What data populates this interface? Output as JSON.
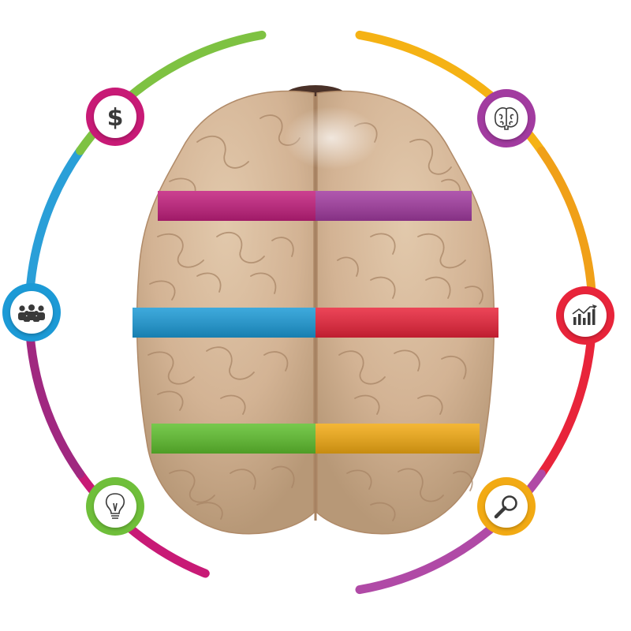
{
  "colors": {
    "background": "#ffffff",
    "brain": "#d3b394",
    "brain_shadow": "#b79877",
    "brain_fold": "#a88566",
    "brain_top": "#4a3128",
    "node_fill": "#ffffff",
    "icon": "#3a3a3a"
  },
  "bands": [
    {
      "name": "top-left",
      "color": "#c21f7d"
    },
    {
      "name": "top-right",
      "color": "#a23ba0"
    },
    {
      "name": "middle-left",
      "color": "#1c9ad6"
    },
    {
      "name": "middle-right",
      "color": "#e8243a"
    },
    {
      "name": "bottom-left",
      "color": "#5fbf2e"
    },
    {
      "name": "bottom-right",
      "color": "#f2aa13"
    }
  ],
  "ring_segments": [
    {
      "name": "top-left",
      "color": "#c81a76"
    },
    {
      "name": "left-upper",
      "color": "#a02880"
    },
    {
      "name": "left-lower",
      "color": "#2a9fd8"
    },
    {
      "name": "bottom-left",
      "color": "#7ec242"
    },
    {
      "name": "bottom-right",
      "color": "#f5b214"
    },
    {
      "name": "right-lower",
      "color": "#f0a018"
    },
    {
      "name": "right-upper",
      "color": "#e8243a"
    },
    {
      "name": "top-right",
      "color": "#b04aa6"
    }
  ],
  "nodes": [
    {
      "name": "dollar",
      "icon": "dollar-icon",
      "color": "#c81a76",
      "glyph": "$"
    },
    {
      "name": "brain",
      "icon": "brain-icon",
      "color": "#a23ba0"
    },
    {
      "name": "team",
      "icon": "team-icon",
      "color": "#1c9ad6"
    },
    {
      "name": "growth-chart",
      "icon": "growth-chart-icon",
      "color": "#e8243a"
    },
    {
      "name": "lightbulb",
      "icon": "lightbulb-icon",
      "color": "#6fbf3a"
    },
    {
      "name": "magnifier",
      "icon": "magnifier-icon",
      "color": "#f2aa13"
    }
  ]
}
